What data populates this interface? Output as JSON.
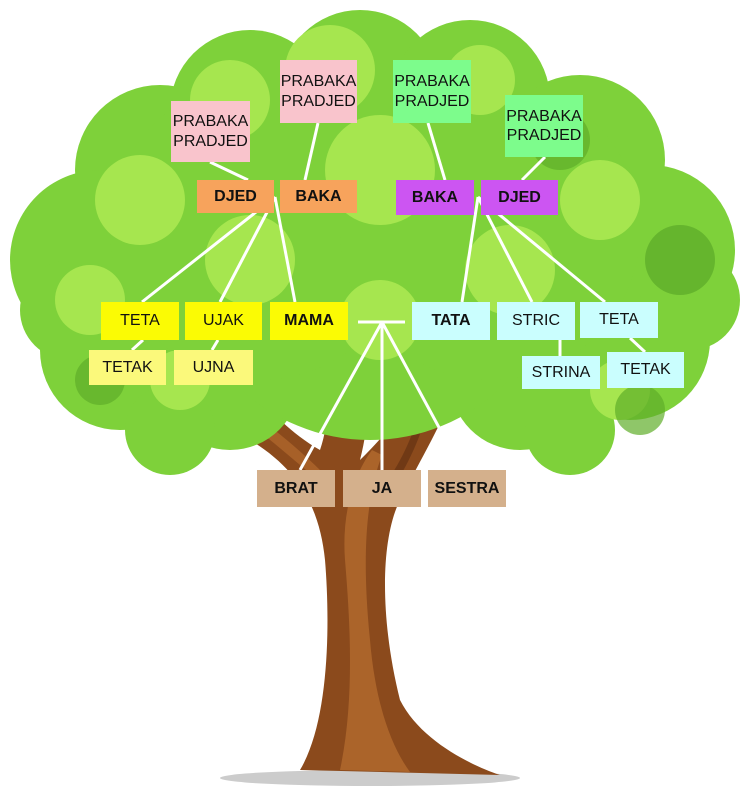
{
  "tree": {
    "maternal": {
      "great_left": "PRABAKA\nPRADJED",
      "great_right": "PRABAKA\nPRADJED",
      "grandfather": "DJED",
      "grandmother": "BAKA",
      "aunt": "TETA",
      "aunt_spouse": "TETAK",
      "uncle": "UJAK",
      "uncle_spouse": "UJNA",
      "mother": "MAMA"
    },
    "paternal": {
      "great_left": "PRABAKA\nPRADJED",
      "great_right": "PRABAKA\nPRADJED",
      "grandmother": "BAKA",
      "grandfather": "DJED",
      "father": "TATA",
      "uncle": "STRIC",
      "uncle_spouse": "STRINA",
      "aunt": "TETA",
      "aunt_spouse": "TETAK"
    },
    "children": {
      "brother": "BRAT",
      "me": "JA",
      "sister": "SESTRA"
    }
  },
  "colors": {
    "foliage": "#7ed13a",
    "foliage_light": "#a6e64f",
    "trunk": "#8b4a1c",
    "trunk_light": "#b36a2e",
    "connector": "#ffffff"
  }
}
